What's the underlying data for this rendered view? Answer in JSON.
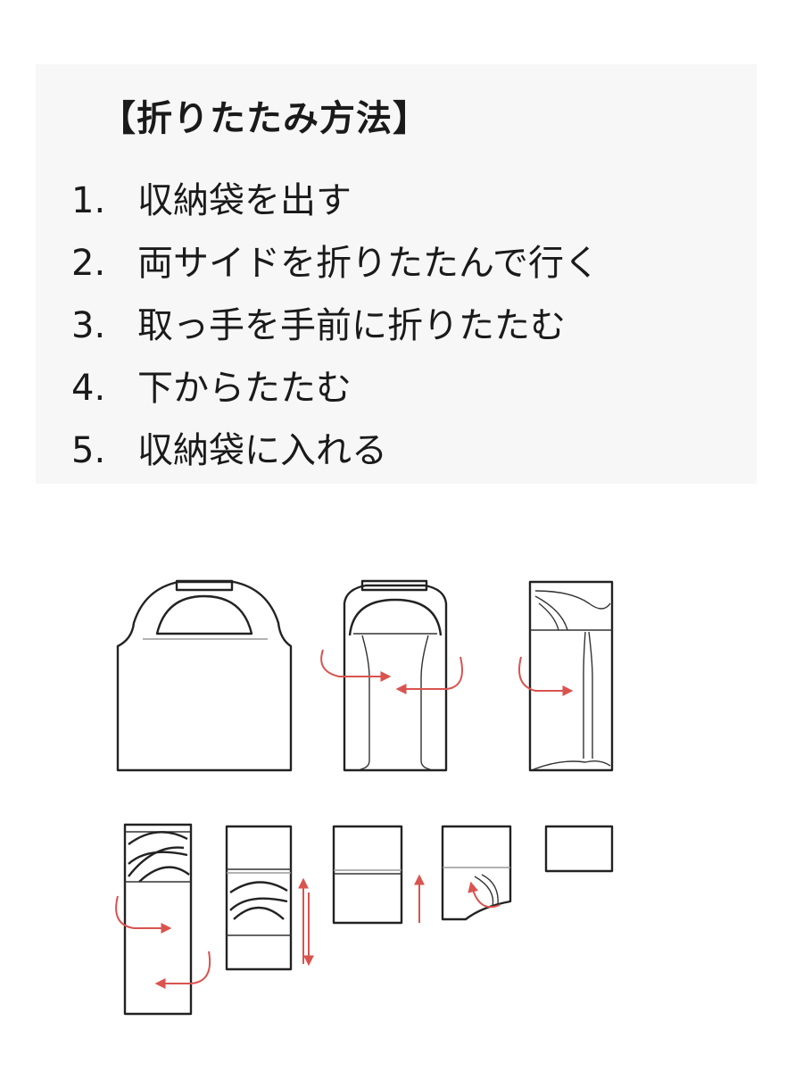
{
  "title": "【折りたたみ方法】",
  "steps": [
    {
      "num": "1.",
      "text": "収納袋を出す"
    },
    {
      "num": "2.",
      "text": "両サイドを折りたたんで行く"
    },
    {
      "num": "3.",
      "text": "取っ手を手前に折りたたむ"
    },
    {
      "num": "4.",
      "text": "下からたたむ"
    },
    {
      "num": "5.",
      "text": "収納袋に入れる"
    }
  ],
  "colors": {
    "arrow": "#d9534f",
    "line": "#222222",
    "panel": "#f7f7f7"
  }
}
